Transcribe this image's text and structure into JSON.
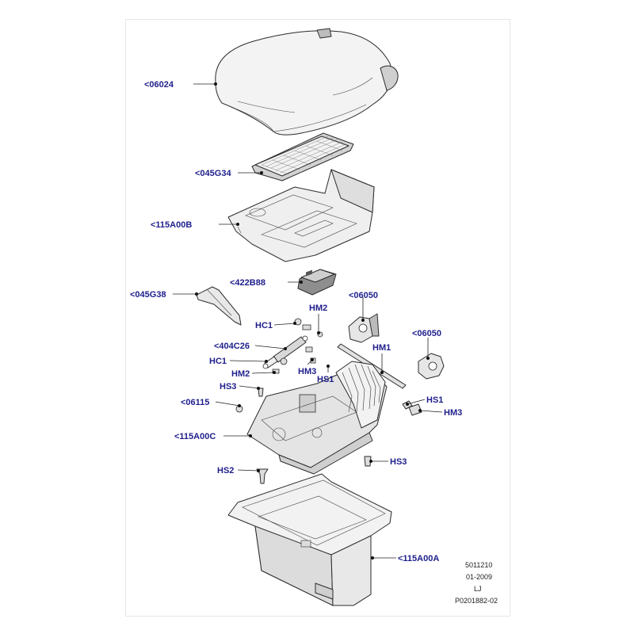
{
  "callouts": {
    "c06024": "<06024",
    "c045G34": "<045G34",
    "c115A00B": "<115A00B",
    "c422B88": "<422B88",
    "c045G38": "<045G38",
    "cHM2a": "HM2",
    "c06050a": "<06050",
    "cHC1a": "HC1",
    "c06050b": "<06050",
    "c404C26": "<404C26",
    "cHM1": "HM1",
    "cHC1b": "HC1",
    "cHM2b": "HM2",
    "cHM3a": "HM3",
    "cHS1a": "HS1",
    "cHS3a": "HS3",
    "cHS1b": "HS1",
    "c06115": "<06115",
    "cHM3b": "HM3",
    "c115A00C": "<115A00C",
    "cHS3b": "HS3",
    "cHS2": "HS2",
    "c115A00A": "<115A00A"
  },
  "meta": {
    "line1": "5011210",
    "line2": "01-2009",
    "line3": "LJ",
    "line4": "P0201882-02"
  },
  "colors": {
    "callout": "#1e1e8c",
    "line": "#2b2b2b",
    "fill_light": "#f2f2f2",
    "fill_mid": "#dcdcdc",
    "fill_dark": "#9a9a9a"
  }
}
